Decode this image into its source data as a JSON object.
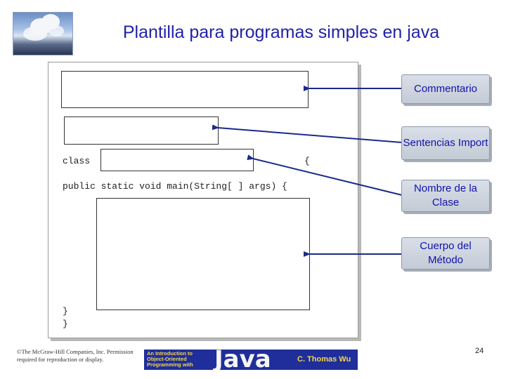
{
  "slide": {
    "title": "Plantilla para programas simples en java",
    "page_number": "24"
  },
  "code": {
    "class_keyword": "class",
    "class_open_brace": "{",
    "main_signature": "public static void main(String[ ] args) {",
    "close_brace_method": "}",
    "close_brace_class": "}"
  },
  "callouts": {
    "comment": "Commentario",
    "imports": "Sentencias Import",
    "class_name": "Nombre de la Clase",
    "method_body": "Cuerpo del Método"
  },
  "footer": {
    "copyright": "©The McGraw-Hill Companies, Inc. Permission required for reproduction or display.",
    "banner_small_text": "An Introduction to Object-Oriented Programming with",
    "banner_java": "Java",
    "banner_author": "C. Thomas Wu"
  },
  "colors": {
    "title": "#2222aa",
    "callout_text": "#1111aa",
    "arrow": "#1a2a8a",
    "banner_bg": "#1f2e9a"
  }
}
